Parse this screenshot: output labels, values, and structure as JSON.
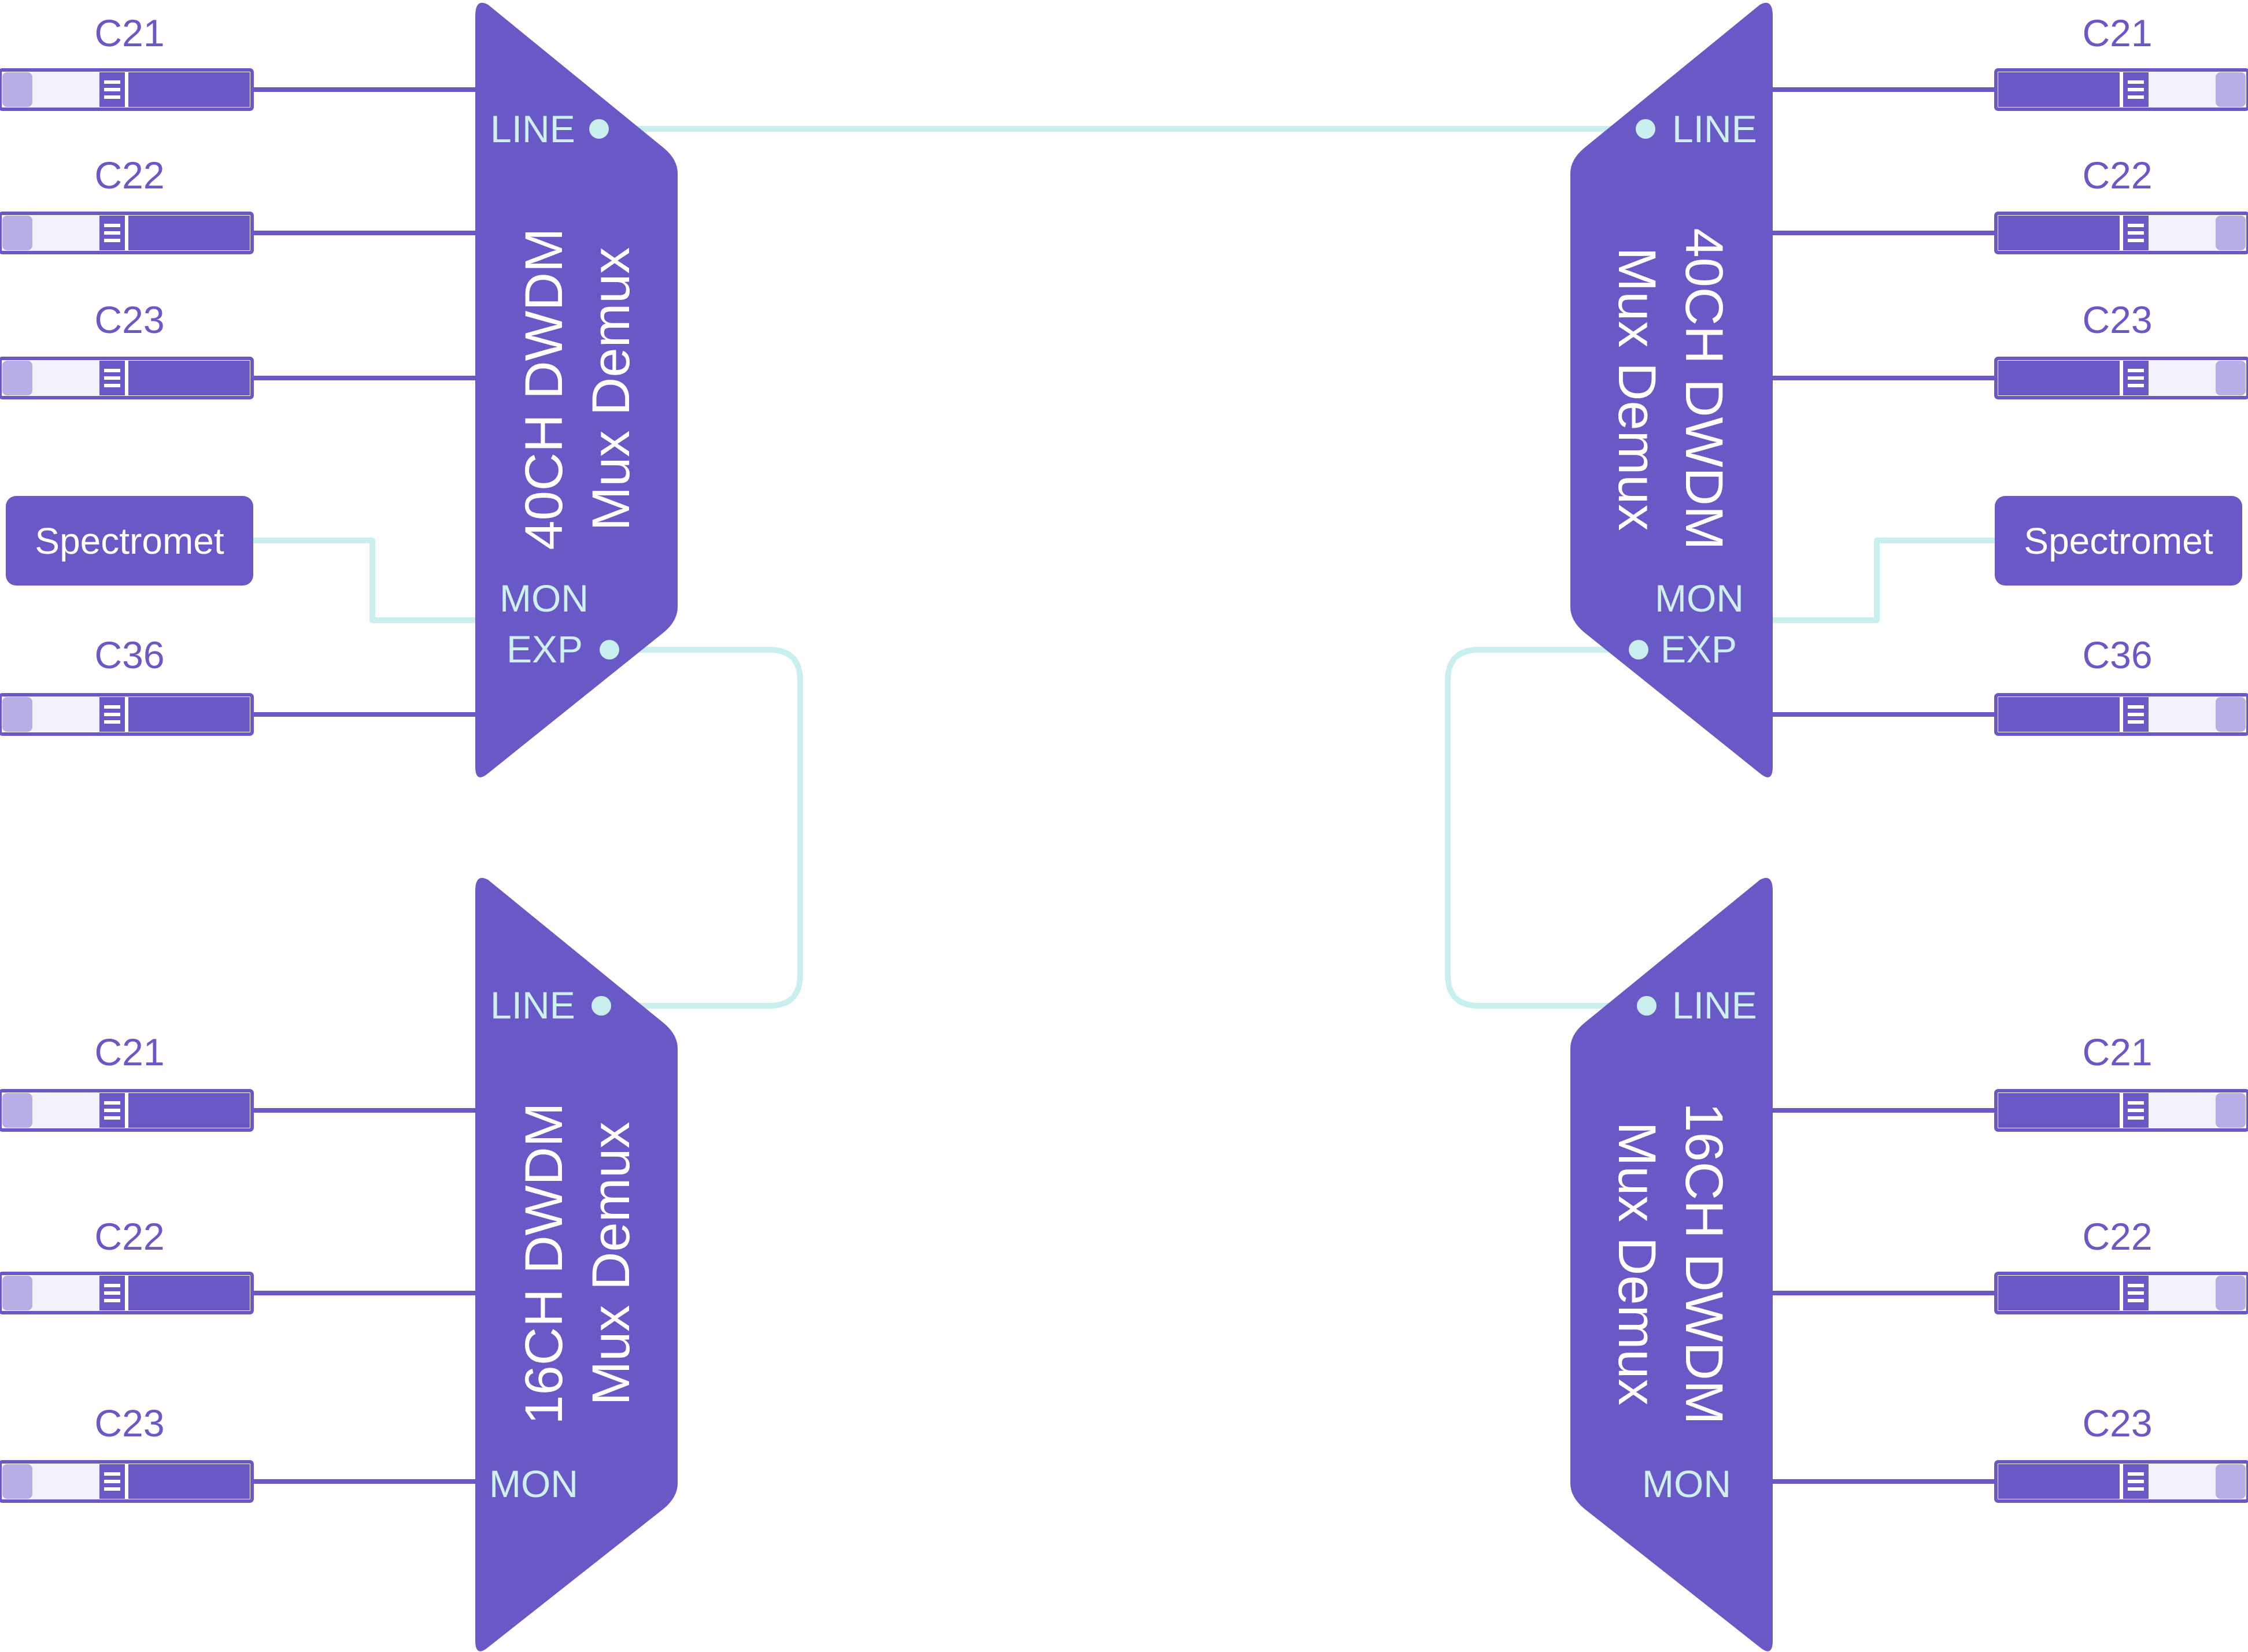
{
  "colors": {
    "unit": "#6959C6",
    "fiber": "#C9EFEE",
    "channel_text": "#6A58C6",
    "port_text": "#D4F2F2",
    "module_light": "#B7AEE6",
    "module_ferrule": "#F3F1FB"
  },
  "units": [
    {
      "id": "tl",
      "title_line1": "40CH DWDM",
      "title_line2": "Mux Demux",
      "ports": {
        "line": "LINE",
        "mon": "MON",
        "exp": "EXP"
      },
      "channels": [
        "C21",
        "C22",
        "C23",
        "C36"
      ],
      "spectrometer": "Spectromet"
    },
    {
      "id": "tr",
      "title_line1": "40CH DWDM",
      "title_line2": "Mux Demux",
      "ports": {
        "line": "LINE",
        "mon": "MON",
        "exp": "EXP"
      },
      "channels": [
        "C21",
        "C22",
        "C23",
        "C36"
      ],
      "spectrometer": "Spectromet"
    },
    {
      "id": "bl",
      "title_line1": "16CH DWDM",
      "title_line2": "Mux Demux",
      "ports": {
        "line": "LINE",
        "mon": "MON"
      },
      "channels": [
        "C21",
        "C22",
        "C23"
      ]
    },
    {
      "id": "br",
      "title_line1": "16CH DWDM",
      "title_line2": "Mux Demux",
      "ports": {
        "line": "LINE",
        "mon": "MON"
      },
      "channels": [
        "C21",
        "C22",
        "C23"
      ]
    }
  ]
}
